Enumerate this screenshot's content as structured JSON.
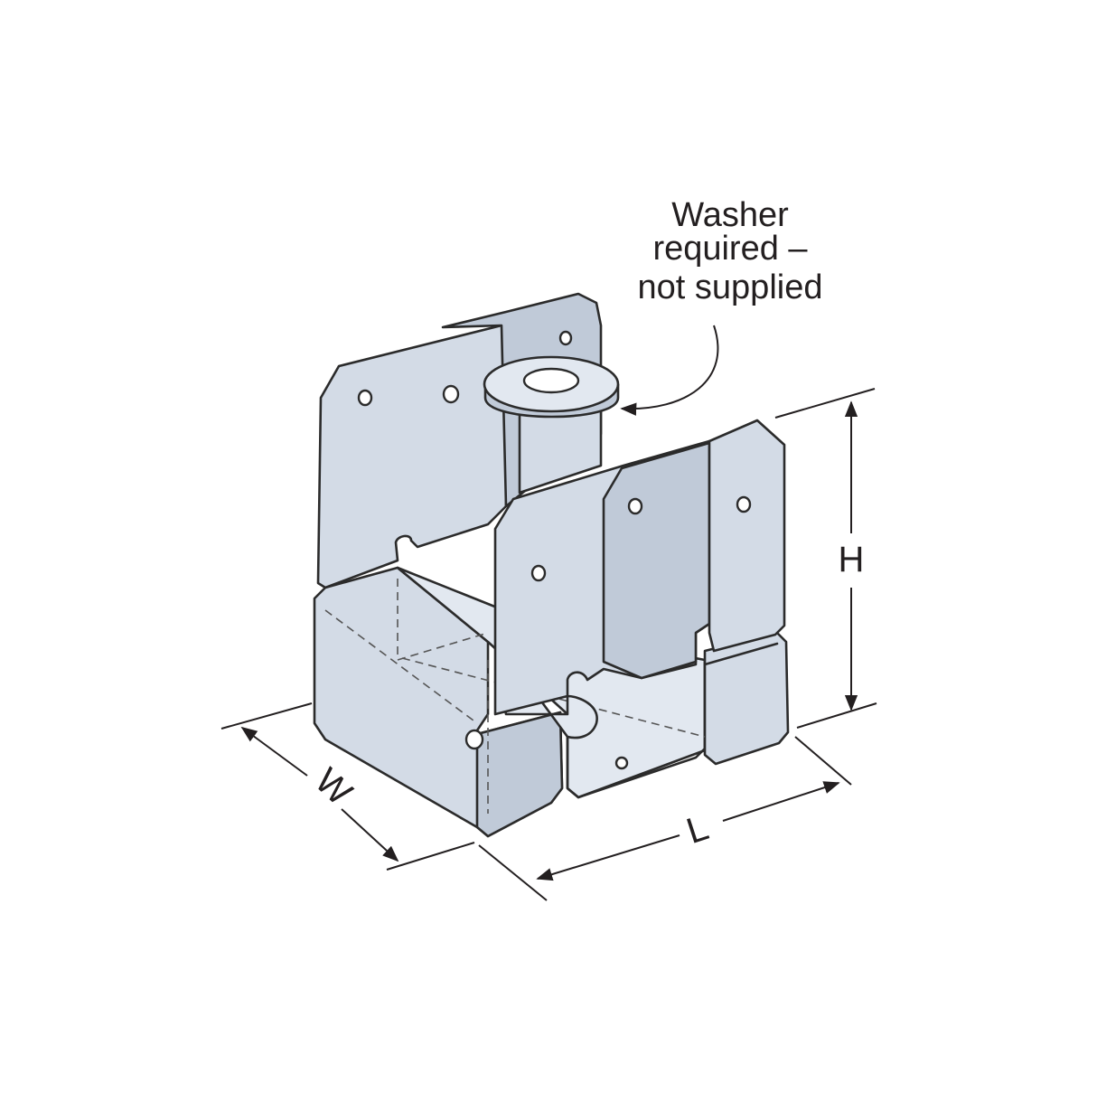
{
  "callout": {
    "line1": "Washer",
    "line2": "required –",
    "line3": "not supplied"
  },
  "dimensions": {
    "height": "H",
    "width": "W",
    "length": "L"
  }
}
